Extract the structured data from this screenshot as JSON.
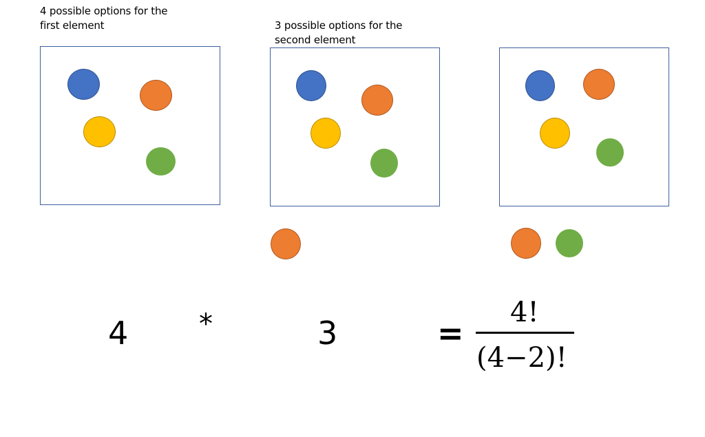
{
  "captions": {
    "first": [
      "4 possible options for the",
      "first element"
    ],
    "second": [
      "3 possible options for the",
      "second element"
    ]
  },
  "colors": {
    "blue": "#4472c4",
    "orange": "#ed7d31",
    "yellow": "#ffc000",
    "green": "#70ad47",
    "box_border": "#3f5f9f"
  },
  "boxes": [
    {
      "name": "first-element-box",
      "balls": [
        "blue",
        "orange",
        "yellow",
        "green"
      ]
    },
    {
      "name": "second-element-box",
      "balls": [
        "blue",
        "orange",
        "yellow",
        "green"
      ],
      "picked_below": [
        "orange"
      ]
    },
    {
      "name": "third-state-box",
      "balls": [
        "blue",
        "orange",
        "yellow",
        "green"
      ],
      "picked_below": [
        "orange",
        "green"
      ]
    }
  ],
  "equation": {
    "factor1": "4",
    "operator": "*",
    "factor2": "3",
    "equals": "=",
    "numerator": "4!",
    "denominator": "(4−2)!"
  }
}
